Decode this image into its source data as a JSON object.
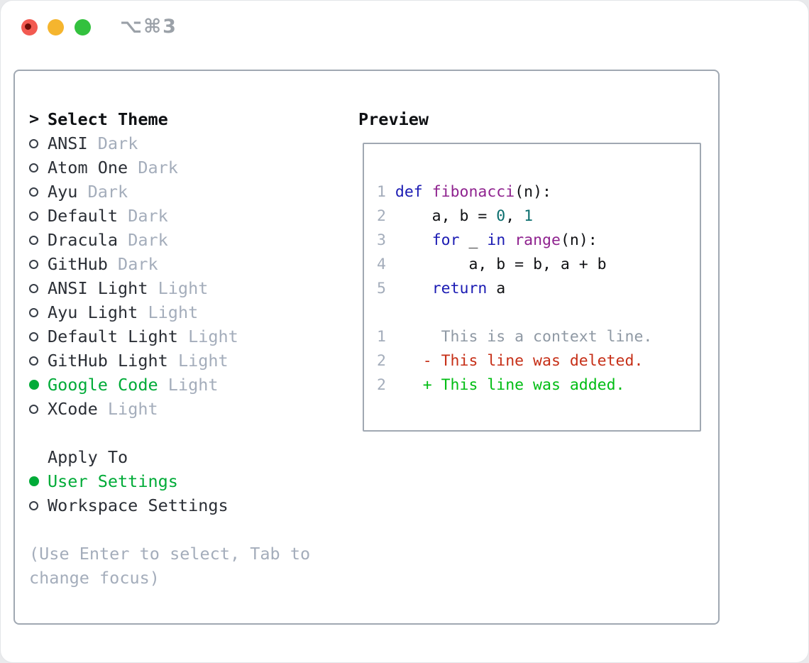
{
  "titlebar": {
    "shortcut_label": "⌥⌘3"
  },
  "sidebar": {
    "header": {
      "prompt": ">",
      "label": "Select Theme"
    },
    "items": [
      {
        "name": "ANSI",
        "variant": "Dark",
        "selected": false
      },
      {
        "name": "Atom One",
        "variant": "Dark",
        "selected": false
      },
      {
        "name": "Ayu",
        "variant": "Dark",
        "selected": false
      },
      {
        "name": "Default",
        "variant": "Dark",
        "selected": false
      },
      {
        "name": "Dracula",
        "variant": "Dark",
        "selected": false
      },
      {
        "name": "GitHub",
        "variant": "Dark",
        "selected": false
      },
      {
        "name": "ANSI Light",
        "variant": "Light",
        "selected": false
      },
      {
        "name": "Ayu Light",
        "variant": "Light",
        "selected": false
      },
      {
        "name": "Default Light",
        "variant": "Light",
        "selected": false
      },
      {
        "name": "GitHub Light",
        "variant": "Light",
        "selected": false
      },
      {
        "name": "Google Code",
        "variant": "Light",
        "selected": true
      },
      {
        "name": "XCode",
        "variant": "Light",
        "selected": false
      }
    ],
    "apply_to": {
      "label": "Apply To",
      "options": [
        {
          "name": "User Settings",
          "selected": true
        },
        {
          "name": "Workspace Settings",
          "selected": false
        }
      ]
    },
    "hint_line1": "(Use Enter to select, Tab to",
    "hint_line2": "change focus)"
  },
  "preview": {
    "title": "Preview",
    "code_lines": [
      {
        "ln": "1",
        "tokens": [
          {
            "t": "def",
            "c": "kw"
          },
          {
            "t": " ",
            "c": "pl"
          },
          {
            "t": "fibonacci",
            "c": "fn"
          },
          {
            "t": "(n):",
            "c": "pl"
          }
        ]
      },
      {
        "ln": "2",
        "tokens": [
          {
            "t": "    a, b = ",
            "c": "pl"
          },
          {
            "t": "0",
            "c": "num"
          },
          {
            "t": ", ",
            "c": "pl"
          },
          {
            "t": "1",
            "c": "num"
          }
        ]
      },
      {
        "ln": "3",
        "tokens": [
          {
            "t": "    ",
            "c": "pl"
          },
          {
            "t": "for",
            "c": "kw"
          },
          {
            "t": " _ ",
            "c": "pl"
          },
          {
            "t": "in",
            "c": "kw"
          },
          {
            "t": " ",
            "c": "pl"
          },
          {
            "t": "range",
            "c": "fn"
          },
          {
            "t": "(n):",
            "c": "pl"
          }
        ]
      },
      {
        "ln": "4",
        "tokens": [
          {
            "t": "        a, b = b, a + b",
            "c": "pl"
          }
        ]
      },
      {
        "ln": "5",
        "tokens": [
          {
            "t": "    ",
            "c": "pl"
          },
          {
            "t": "return",
            "c": "kw"
          },
          {
            "t": " a",
            "c": "pl"
          }
        ]
      }
    ],
    "diff_lines": [
      {
        "ln": "1",
        "kind": "context",
        "text": "      This is a context line."
      },
      {
        "ln": "2",
        "kind": "deleted",
        "text": "    - This line was deleted."
      },
      {
        "ln": "2",
        "kind": "added",
        "text": "    + This line was added."
      }
    ]
  },
  "palette": {
    "accent_green": "#00ab38",
    "diff_add_green": "#00bd13",
    "diff_del_red": "#c62f17",
    "keyword_blue": "#1b1bb3",
    "function_purple": "#8f238f",
    "number_teal": "#0b6e6e",
    "muted_gray": "#a4adbb",
    "ctx_gray": "#8f99a4",
    "text_dark": "#24262b",
    "border_gray": "#a0a8b2"
  }
}
